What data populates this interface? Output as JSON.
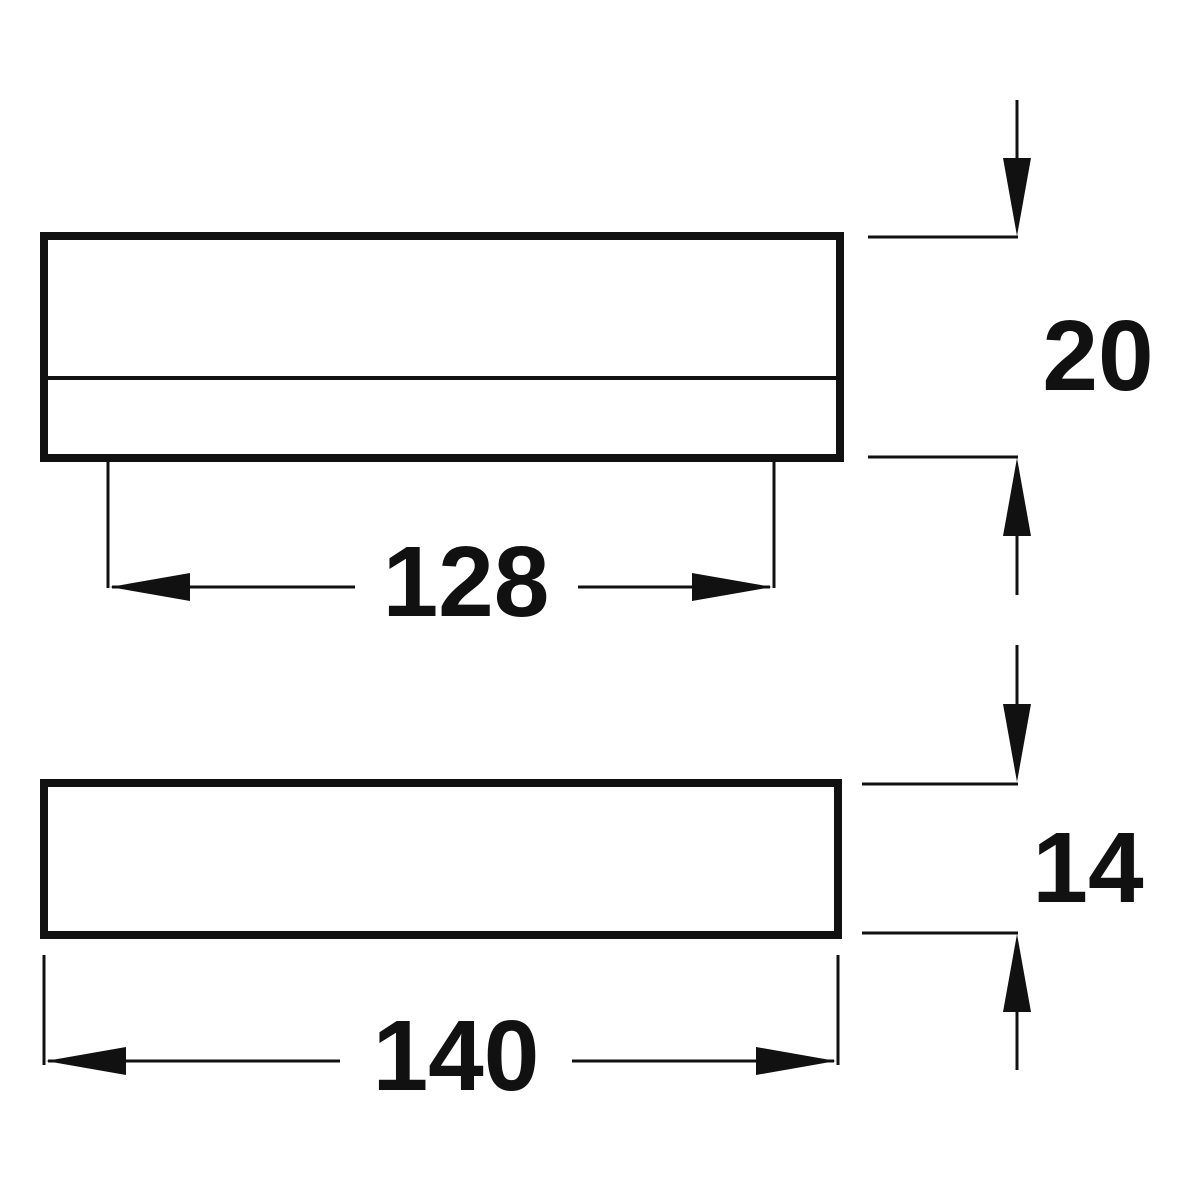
{
  "dimensions": {
    "top_height": "20",
    "inner_width": "128",
    "bottom_height": "14",
    "overall_width": "140"
  },
  "colors": {
    "line": "#111111",
    "background": "#ffffff"
  }
}
